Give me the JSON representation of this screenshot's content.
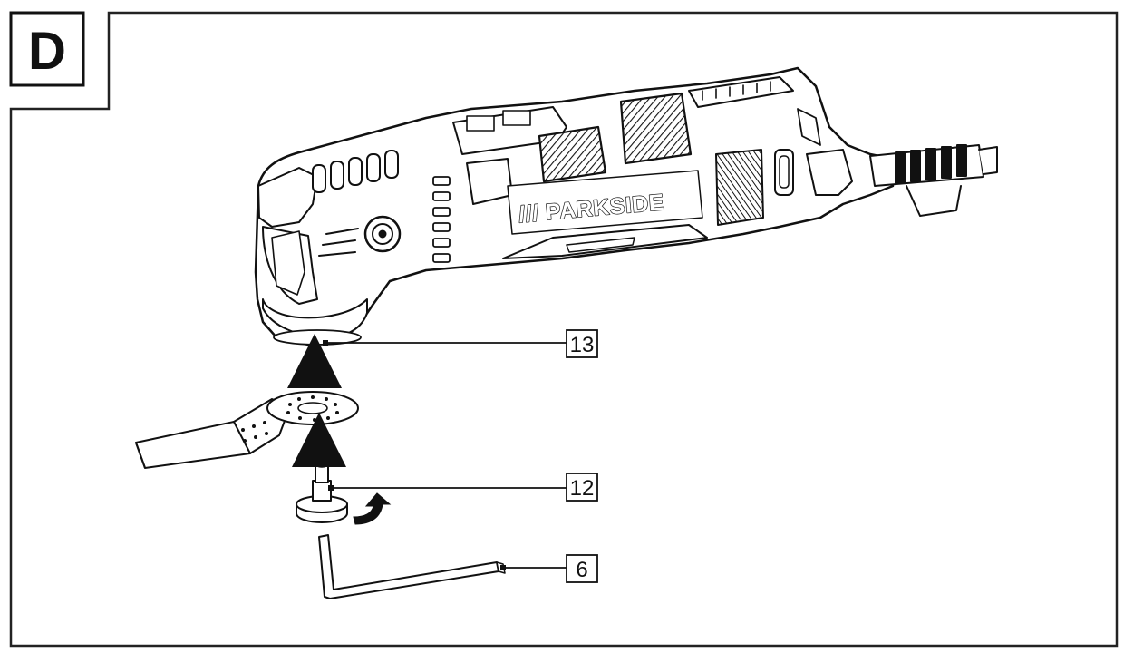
{
  "section": {
    "letter": "D"
  },
  "brand": {
    "name": "/// PARKSIDE"
  },
  "callouts": [
    {
      "id": "13"
    },
    {
      "id": "12"
    },
    {
      "id": "6"
    }
  ]
}
